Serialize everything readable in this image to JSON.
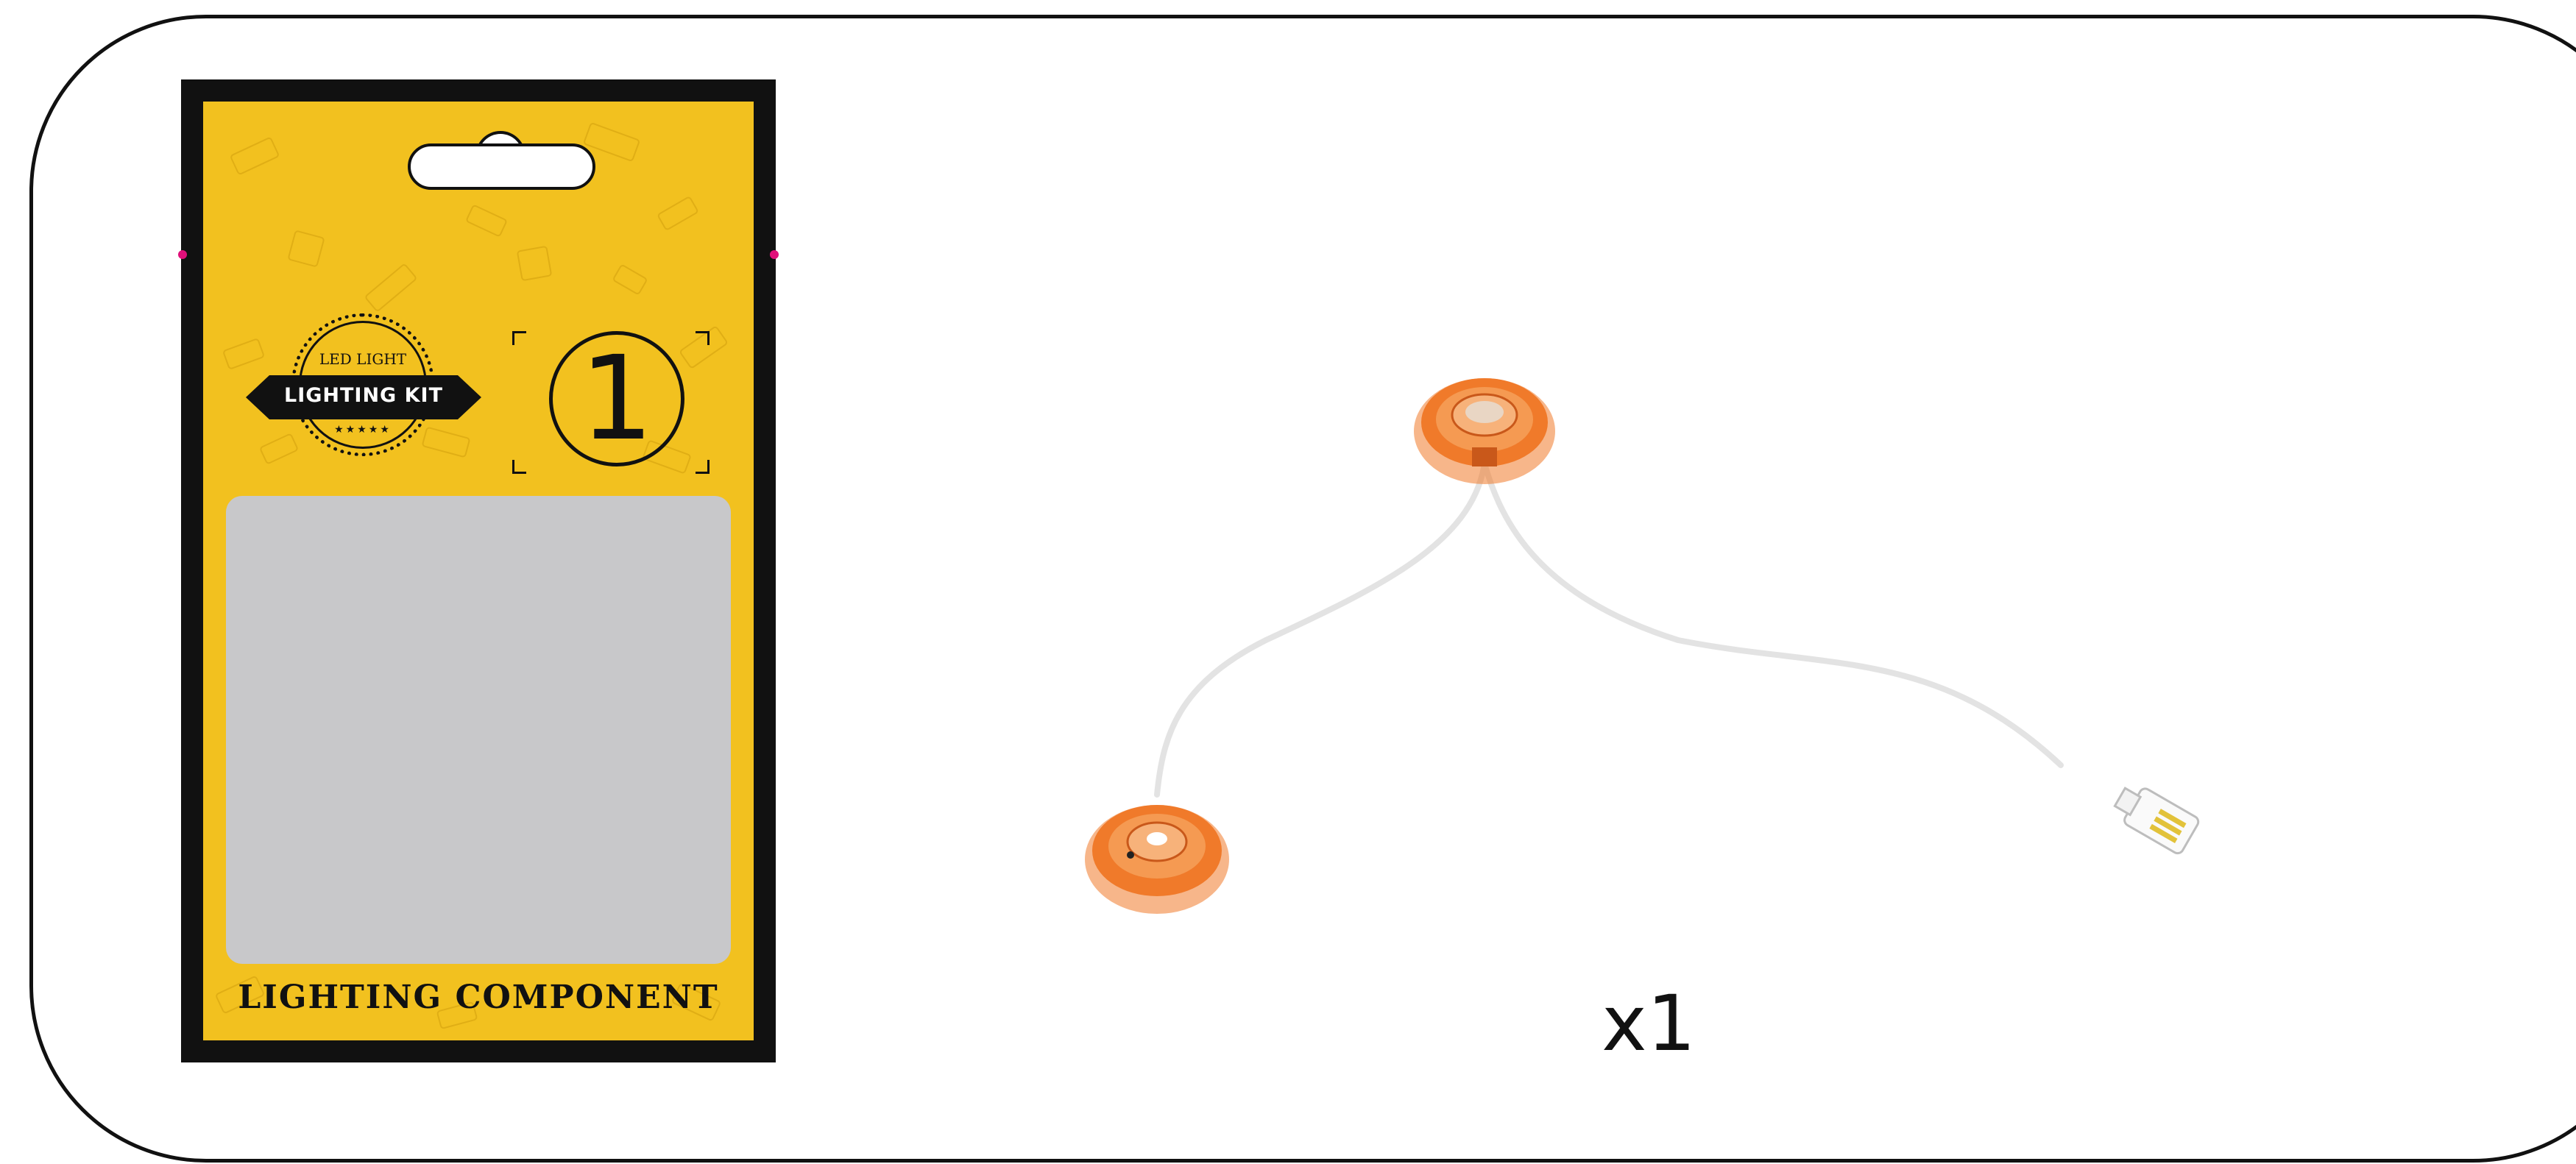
{
  "bag": {
    "seal_top_text": "LED LIGHT",
    "seal_ribbon_text": "LIGHTING KIT",
    "seal_stars": "★★★★★",
    "bag_number": "1",
    "label": "LIGHTING COMPONENT",
    "colors": {
      "yellow": "#f2c11f",
      "black": "#111111",
      "window": "#c8c8ca",
      "pin": "#e0107a"
    }
  },
  "parts": {
    "light_color": "#f07a2a",
    "wire_color": "#e3e3e3",
    "connector_pins_color": "#e2c23a"
  },
  "quantity": "x1"
}
